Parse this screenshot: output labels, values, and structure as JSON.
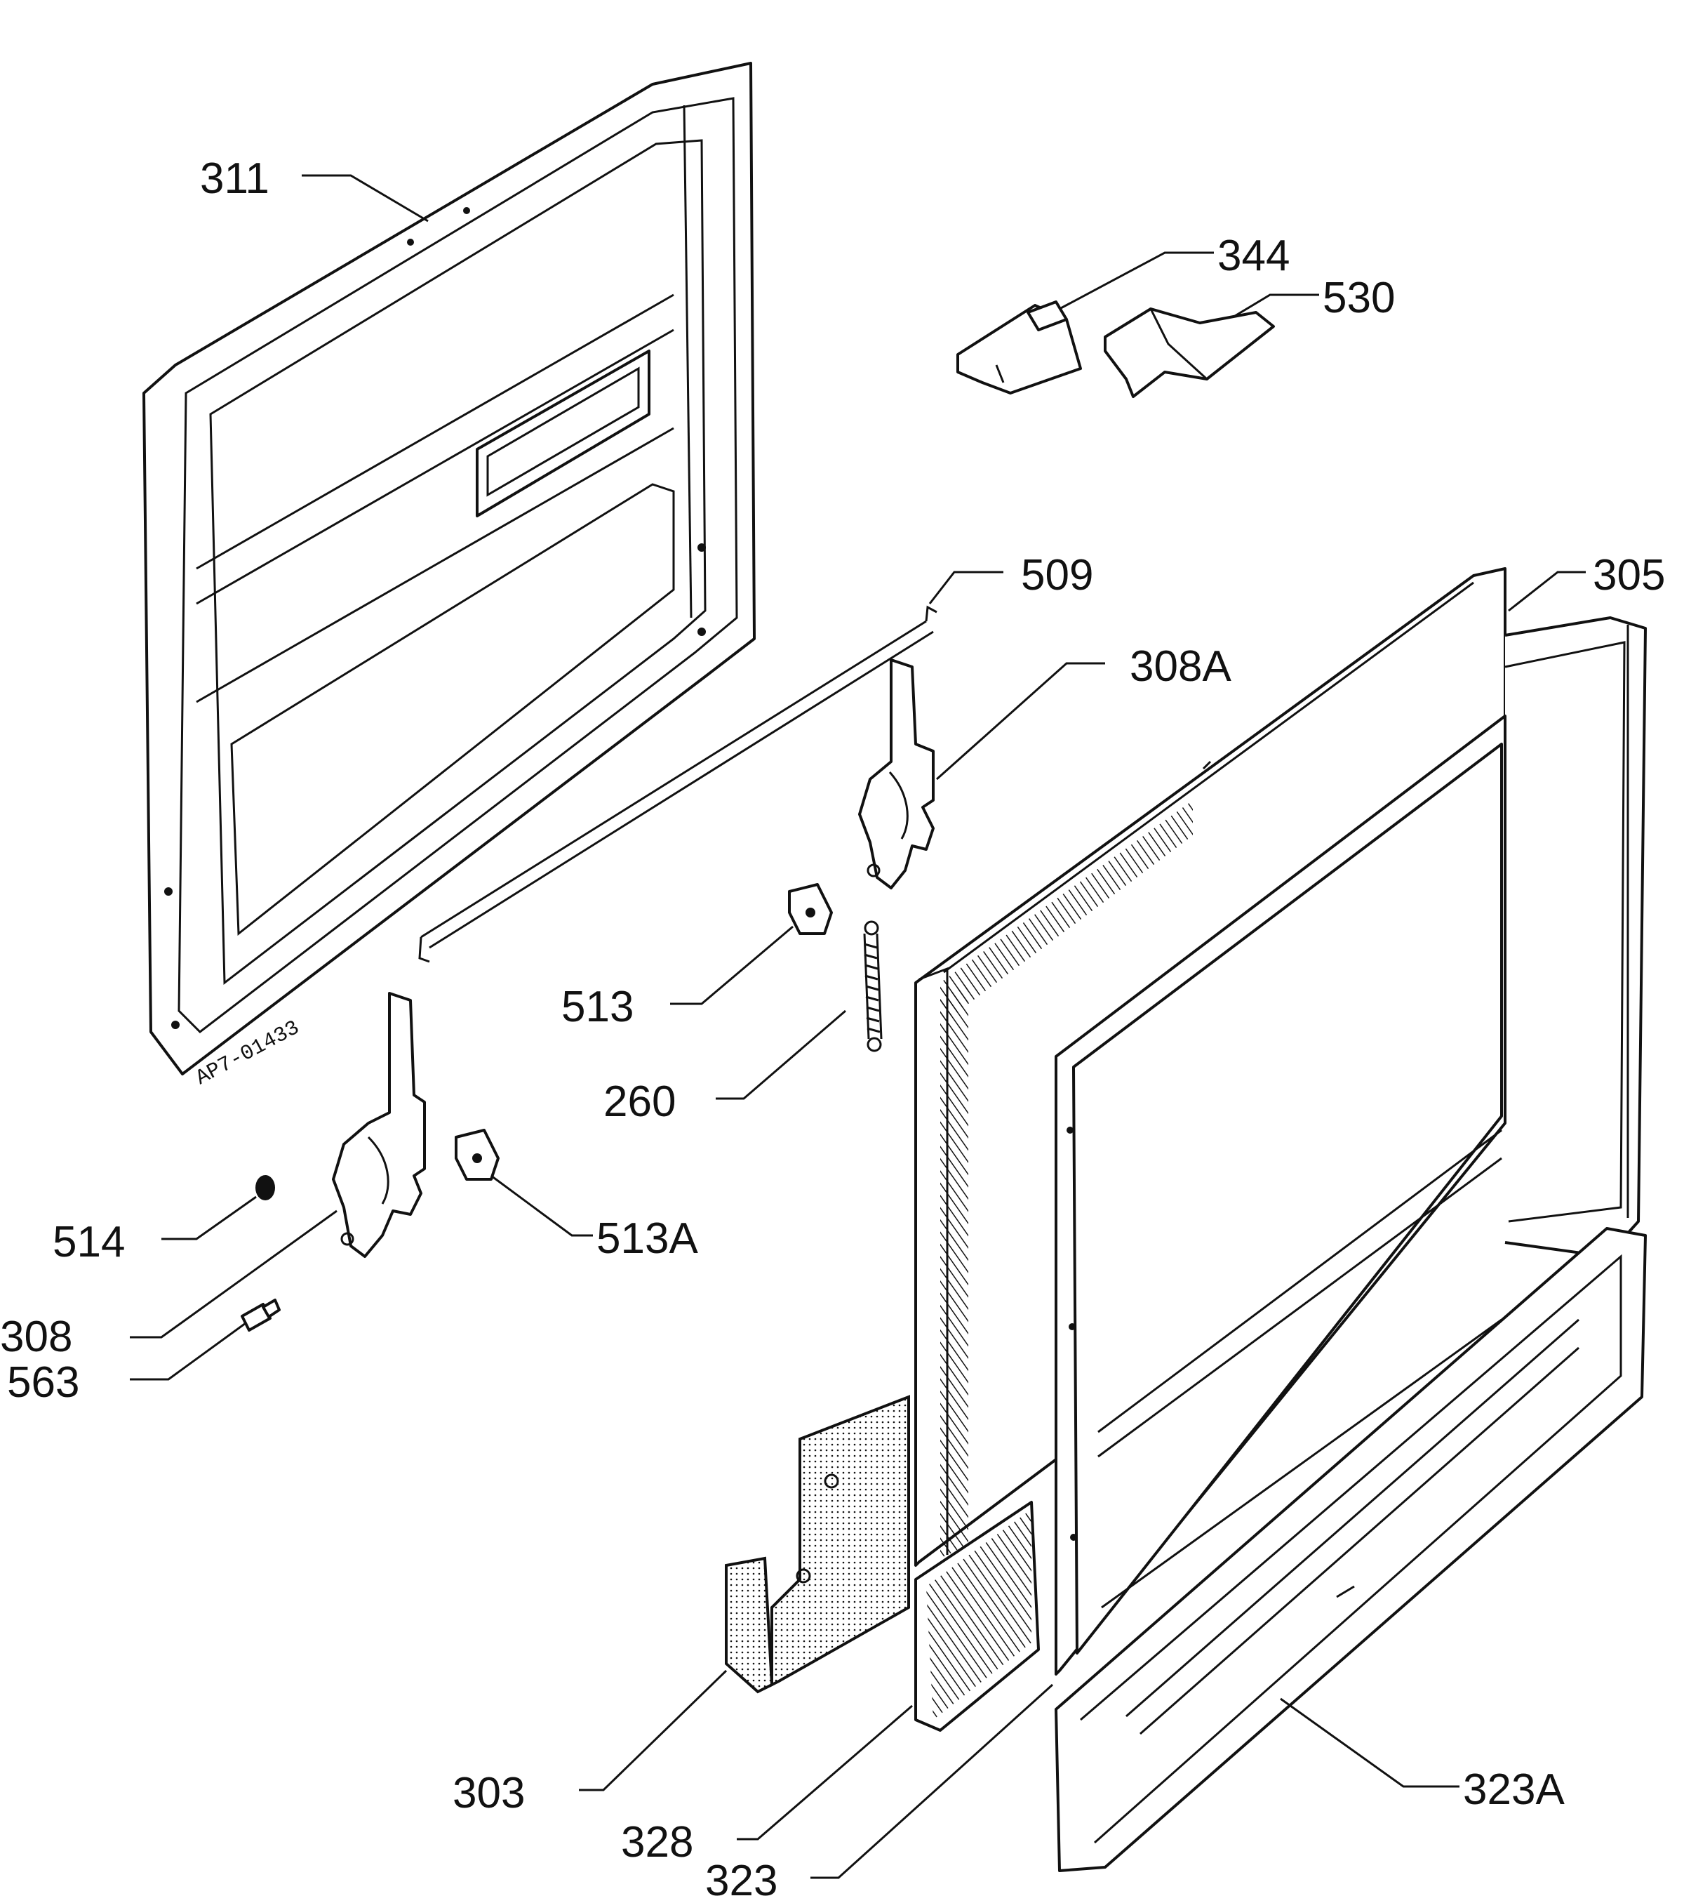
{
  "colors": {
    "ink": "#111111",
    "paper": "#ffffff"
  },
  "stamp": "AP7-01433",
  "labels": {
    "p311": "311",
    "p344": "344",
    "p530": "530",
    "p509": "509",
    "p305": "305",
    "p308a": "308A",
    "p513": "513",
    "p260": "260",
    "p514": "514",
    "p513a": "513A",
    "p308": "308",
    "p563": "563",
    "p303": "303",
    "p328": "328",
    "p323": "323",
    "p323a": "323A"
  }
}
